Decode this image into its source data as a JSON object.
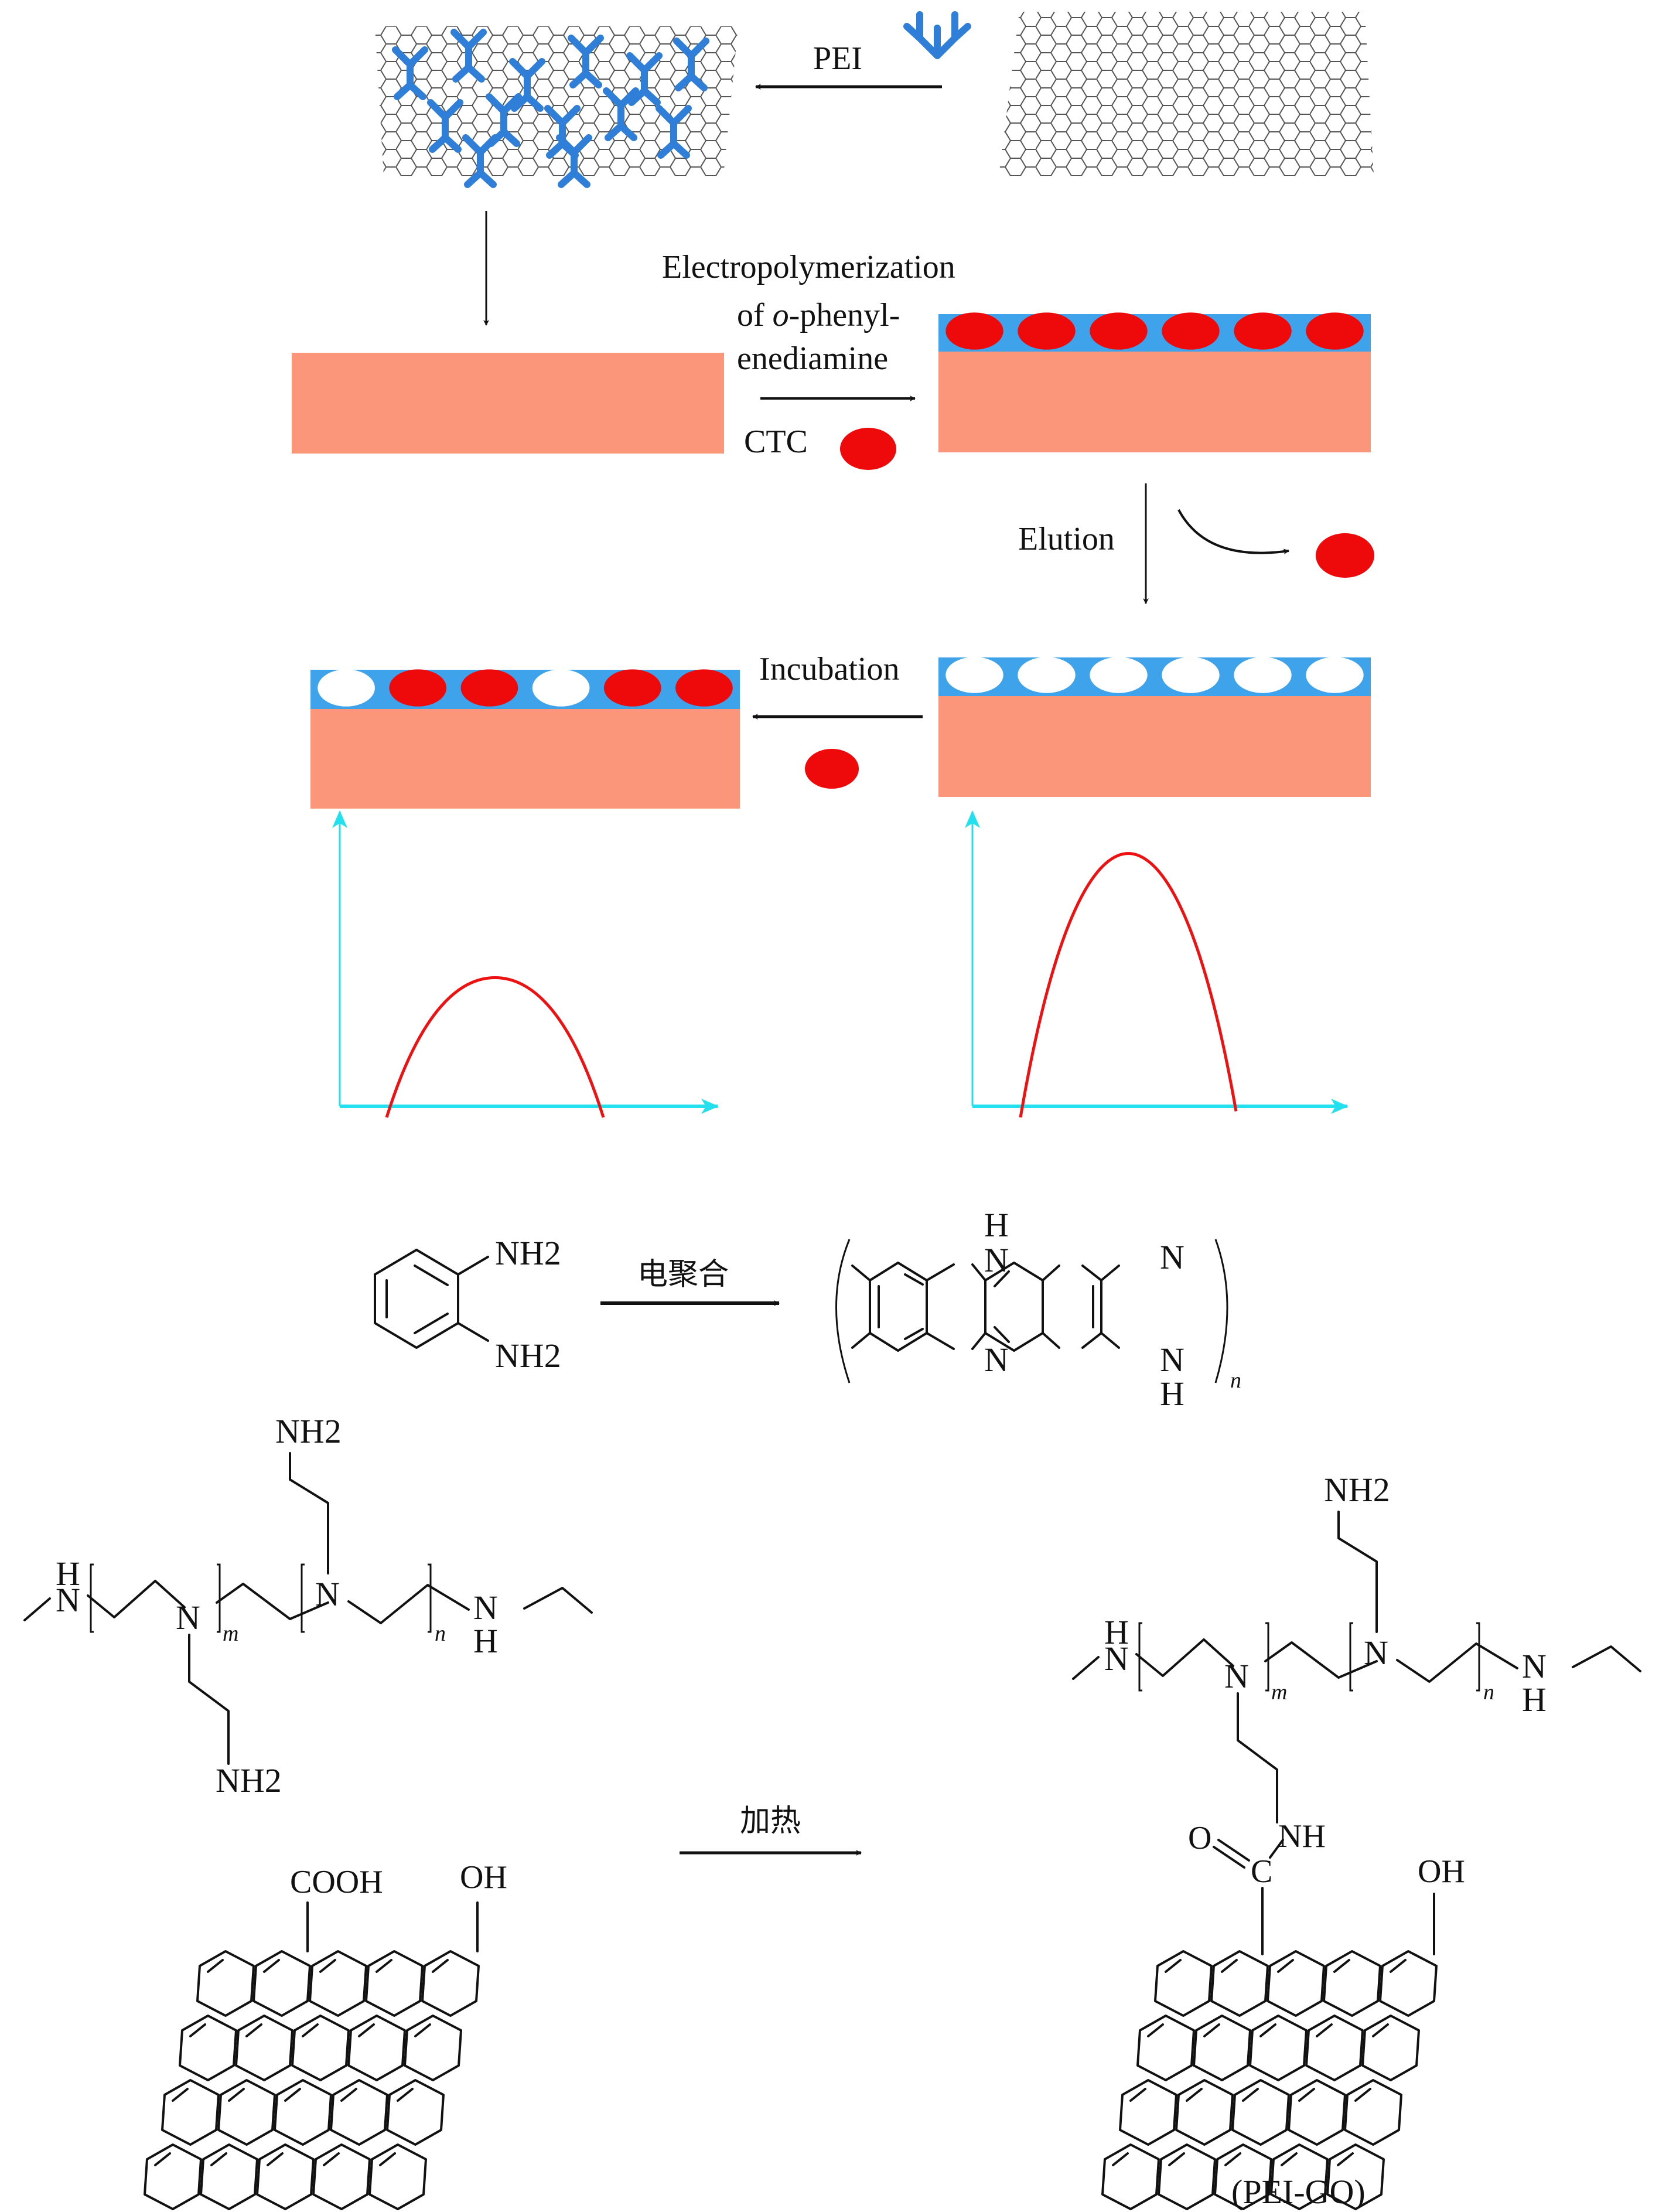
{
  "colors": {
    "substrate": "#fc967a",
    "polymer_film": "#3ea3ea",
    "template_molecule": "#ee0a0a",
    "curve": "#ee1111",
    "axes": "#22e0ee",
    "pei": "#2f7ed8",
    "ink": "#111111"
  },
  "top_scheme": {
    "pei_label": "PEI",
    "electropolymerization_lines": [
      "Electropolymerization",
      "of ",
      "o",
      "-phenyl-",
      "enediamine"
    ],
    "ctc_label": "CTC",
    "elution_label": "Elution",
    "incubation_label": "Incubation",
    "left_panel_cavity_pattern": [
      "empty",
      "filled",
      "filled",
      "empty",
      "filled",
      "filled"
    ],
    "right_panel_cavity_pattern": [
      "empty",
      "empty",
      "empty",
      "empty",
      "empty",
      "empty"
    ],
    "imprinted_panel_pattern": [
      "filled",
      "filled",
      "filled",
      "filled",
      "filled",
      "filled"
    ]
  },
  "chart_data": [
    {
      "type": "line",
      "title": "",
      "xlabel": "",
      "ylabel": "",
      "description": "Signal after rebinding (incubation) — lower peak",
      "peak_relative_height": 0.55,
      "x": [
        0,
        0.2,
        0.5,
        0.8,
        1.0
      ],
      "y": [
        0.1,
        0.4,
        0.55,
        0.4,
        0.1
      ]
    },
    {
      "type": "line",
      "title": "",
      "xlabel": "",
      "ylabel": "",
      "description": "Signal after elution — higher peak",
      "peak_relative_height": 0.95,
      "x": [
        0,
        0.2,
        0.5,
        0.8,
        1.0
      ],
      "y": [
        0.1,
        0.6,
        0.95,
        0.6,
        0.12
      ]
    }
  ],
  "reaction1": {
    "reagent_substituents": [
      "NH2",
      "NH2"
    ],
    "arrow_label": "电聚合",
    "product_atoms": [
      "H",
      "N",
      "N",
      "N",
      "N",
      "H"
    ],
    "repeat_subscript": "n"
  },
  "reaction2": {
    "pei_atoms": [
      "H",
      "N",
      "N",
      "N",
      "N",
      "H",
      "NH2",
      "NH2"
    ],
    "subscripts": [
      "m",
      "n"
    ],
    "go_groups": [
      "COOH",
      "OH"
    ],
    "arrow_label": "加热",
    "product_groups": [
      "O",
      "C",
      "NH",
      "OH",
      "NH2"
    ],
    "product_name": "(PEI-GO)"
  }
}
